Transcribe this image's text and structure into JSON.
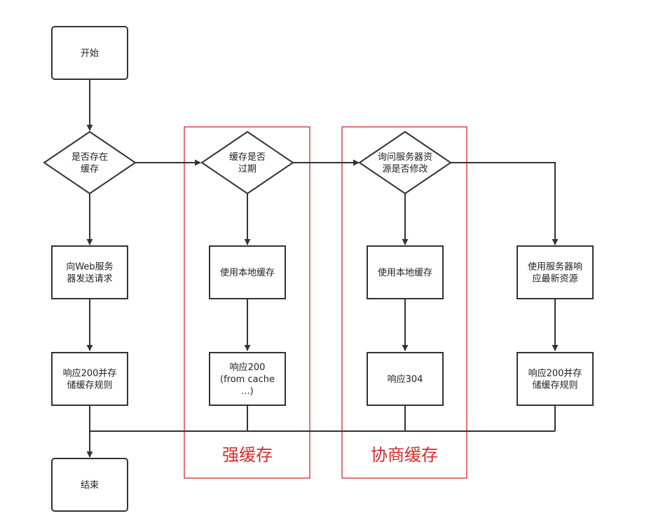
{
  "nodes": {
    "start": [
      "开始"
    ],
    "cache_exists": [
      "是否存在",
      "缓存"
    ],
    "cache_expired": [
      "缓存是否",
      "过期"
    ],
    "ask_server": [
      "询问服务器资",
      "源是否修改"
    ],
    "send_request": [
      "向Web服务",
      "器发送请求"
    ],
    "use_local_1": [
      "使用本地缓存"
    ],
    "use_local_2": [
      "使用本地缓存"
    ],
    "use_server": [
      "使用服务器响",
      "应最新资源"
    ],
    "resp_200_store_1": [
      "响应200并存",
      "储缓存规则"
    ],
    "resp_200_from_cache": [
      "响应200",
      "(from cache",
      "...)"
    ],
    "resp_304": [
      "响应304"
    ],
    "resp_200_store_2": [
      "响应200并存",
      "储缓存规则"
    ],
    "end": [
      "结束"
    ]
  },
  "groups": {
    "strong_cache": "强缓存",
    "negotiated_cache": "协商缓存"
  },
  "colors": {
    "stroke": "#333333",
    "group": "#d42a2a"
  }
}
